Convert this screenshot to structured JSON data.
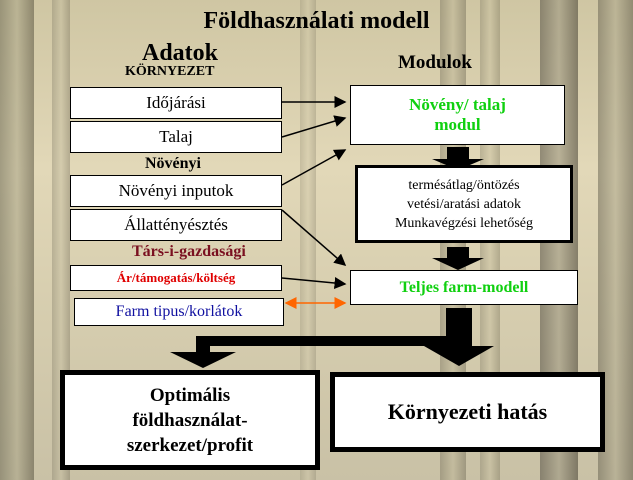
{
  "title": "Földhasználati modell",
  "headings": {
    "adatok": "Adatok",
    "modulok": "Modulok"
  },
  "groups": {
    "kornyezet": "KÖRNYEZET",
    "novenyi": "Növényi",
    "tarsadalmi": "Társ-i-gazdasági"
  },
  "inputs": {
    "idojarasi": "Időjárási",
    "talaj": "Talaj",
    "novenyi_inputok": "Növényi inputok",
    "allattenyesztes": "Állattényésztés",
    "ar": "Ár/támogatás/költség",
    "farm_tipus": "Farm tipus/korlátok"
  },
  "modules": {
    "noveny_talaj_line1": "Növény/ talaj",
    "noveny_talaj_line2": "modul",
    "outputs_line1": "termésátlag/öntözés",
    "outputs_line2": "vetési/aratási adatok",
    "outputs_line3": "Munkavégzési lehetőség",
    "teljes_farm": "Teljes farm-modell"
  },
  "results": {
    "optimalis_line1": "Optimális",
    "optimalis_line2": "földhasználat-",
    "optimalis_line3": "szerkezet/profit",
    "kornyezeti_hatas": "Környezeti hatás"
  },
  "colors": {
    "green": "#10d010",
    "dark_red": "#7a1020",
    "red": "#e00000",
    "blue": "#1010a0",
    "orange": "#ff6600"
  }
}
